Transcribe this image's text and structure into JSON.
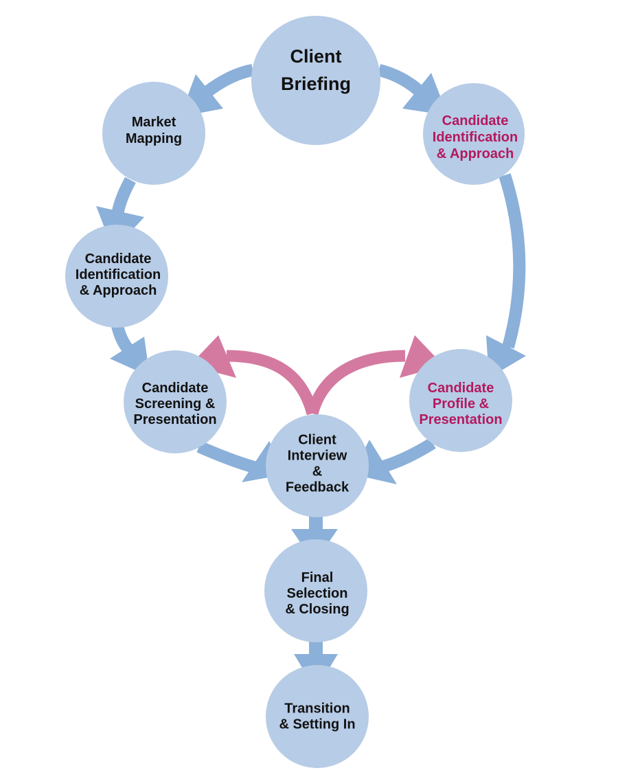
{
  "colors": {
    "circle_fill": "#b7cce6",
    "arrow_blue": "#8bb0d9",
    "arrow_pink": "#d47aa0",
    "text_dark": "#111111",
    "text_magenta": "#b4185e"
  },
  "nodes": {
    "client_briefing": [
      "Client",
      "Briefing"
    ],
    "market_mapping": [
      "Market",
      "Mapping"
    ],
    "candidate_id_left": [
      "Candidate",
      "Identification",
      "& Approach"
    ],
    "candidate_screening": [
      "Candidate",
      "Screening &",
      "Presentation"
    ],
    "client_interview": [
      "Client",
      "Interview",
      "&",
      "Feedback"
    ],
    "candidate_id_right": [
      "Candidate",
      "Identification",
      "& Approach"
    ],
    "candidate_profile": [
      "Candidate",
      "Profile &",
      "Presentation"
    ],
    "final_selection": [
      "Final",
      "Selection",
      "& Closing"
    ],
    "transition": [
      "Transition",
      "& Setting In"
    ]
  }
}
